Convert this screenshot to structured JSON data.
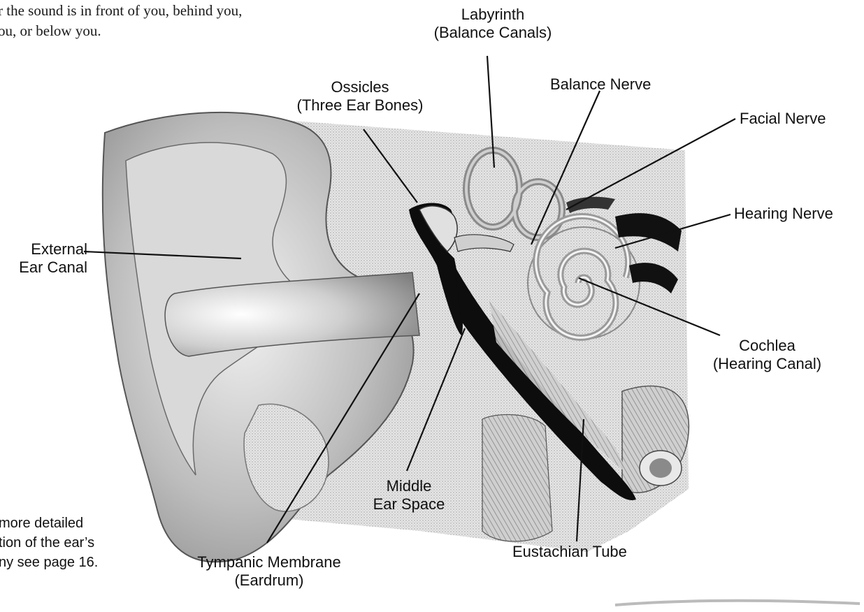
{
  "intro_text": {
    "line1": "r the sound is in front of you, behind you,",
    "line2": "ou, or below you."
  },
  "labels": {
    "labyrinth": [
      "Labyrinth",
      "(Balance Canals)"
    ],
    "ossicles": [
      "Ossicles",
      "(Three Ear Bones)"
    ],
    "balance_nerve": [
      "Balance Nerve"
    ],
    "facial_nerve": [
      "Facial Nerve"
    ],
    "hearing_nerve": [
      "Hearing Nerve"
    ],
    "external_ear_canal": [
      "External",
      "Ear Canal"
    ],
    "cochlea": [
      "Cochlea",
      "(Hearing Canal)"
    ],
    "middle_ear_space": [
      "Middle",
      "Ear Space"
    ],
    "tympanic_membrane": [
      "Tympanic Membrane",
      "(Eardrum)"
    ],
    "eustachian_tube": [
      "Eustachian Tube"
    ]
  },
  "side_note": {
    "line1": "more detailed",
    "line2": "tion of the ear’s",
    "line3": "ny see page 16."
  },
  "colors": {
    "ink": "#111111",
    "shade_dark": "#6b6b6b",
    "shade_mid": "#a8a8a8",
    "shade_light": "#d4d4d4",
    "shade_pale": "#ececec"
  }
}
